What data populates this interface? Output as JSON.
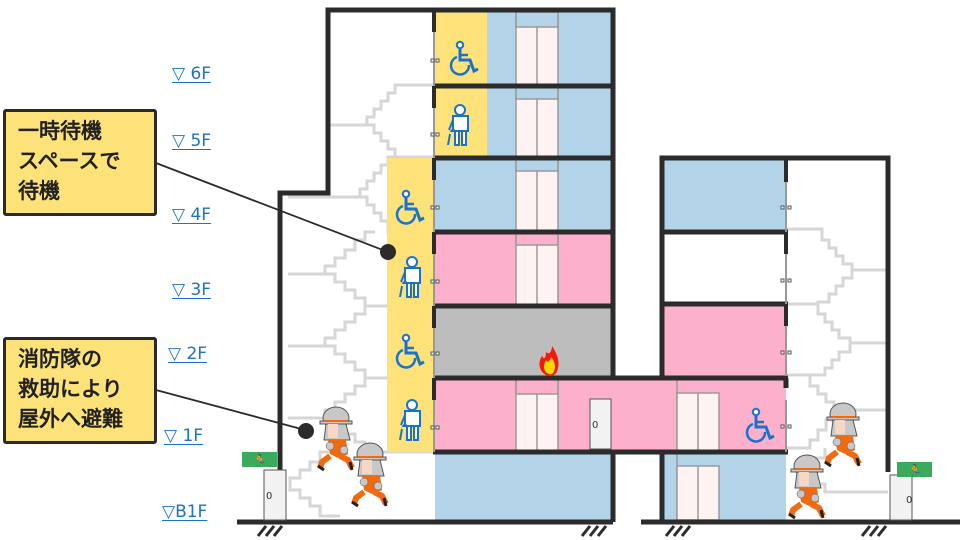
{
  "floor_labels": [
    "▽ 6F",
    "▽ 5F",
    "▽ 4F",
    "▽ 3F",
    "▽ 2F",
    "▽ 1F",
    "▽B1F"
  ],
  "callouts": [
    {
      "lines": [
        "一時待機",
        "スペースで",
        "待機"
      ]
    },
    {
      "lines": [
        "消防隊の",
        "救助により",
        "屋外へ避難"
      ]
    }
  ],
  "door_labels": [
    "0",
    "0",
    "0"
  ],
  "icons": {
    "wheelchair": "wheelchair-icon",
    "elderly": "elderly-person-icon",
    "fire": "fire-icon",
    "firefighter": "firefighter-icon",
    "exit": "emergency-exit-sign-icon"
  },
  "colors": {
    "wall": "#2b2b2b",
    "refuge_yellow": "#fde27a",
    "room_blue": "#b3d4e8",
    "room_pink": "#fcb0cb",
    "fire_floor_gray": "#bdbdbd",
    "elevator": "#fff2f2",
    "stairs": "#d6d6d6",
    "symbol_blue": "#1a73c8",
    "exit_green": "#3aaa5c",
    "firefighter_orange": "#f26a10"
  }
}
